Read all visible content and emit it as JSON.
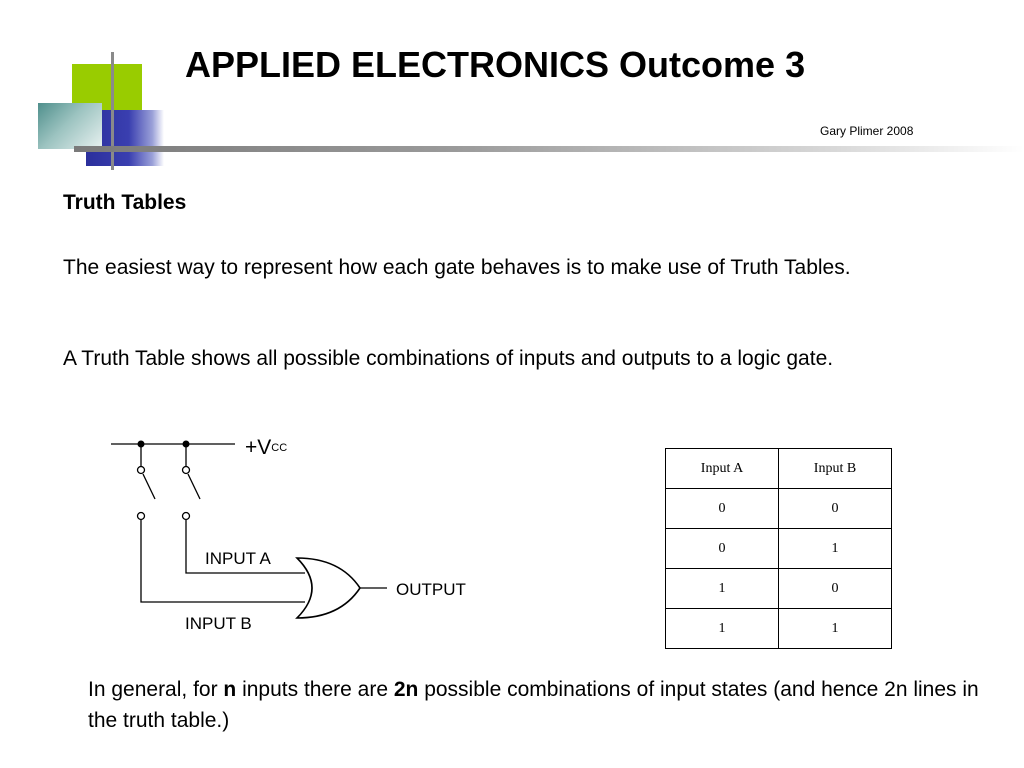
{
  "slide": {
    "title": "APPLIED ELECTRONICS Outcome 3",
    "author": "Gary Plimer 2008"
  },
  "content": {
    "heading": "Truth Tables",
    "para1": "The easiest way to represent how each gate behaves is to make use of Truth Tables.",
    "para2": "A Truth Table shows all possible combinations of inputs and outputs to a logic gate.",
    "para3_parts": [
      "In general, for ",
      "n",
      " inputs there are ",
      "2n",
      " possible combinations of input states (and hence 2n lines in the truth table.)"
    ]
  },
  "circuit": {
    "vcc_plus": "+V",
    "vcc_sub": "CC",
    "input_a": "INPUT A",
    "input_b": "INPUT B",
    "output": "OUTPUT"
  },
  "truth_table": {
    "headers": [
      "Input A",
      "Input B"
    ],
    "rows": [
      [
        "0",
        "0"
      ],
      [
        "0",
        "1"
      ],
      [
        "1",
        "0"
      ],
      [
        "1",
        "1"
      ]
    ]
  }
}
